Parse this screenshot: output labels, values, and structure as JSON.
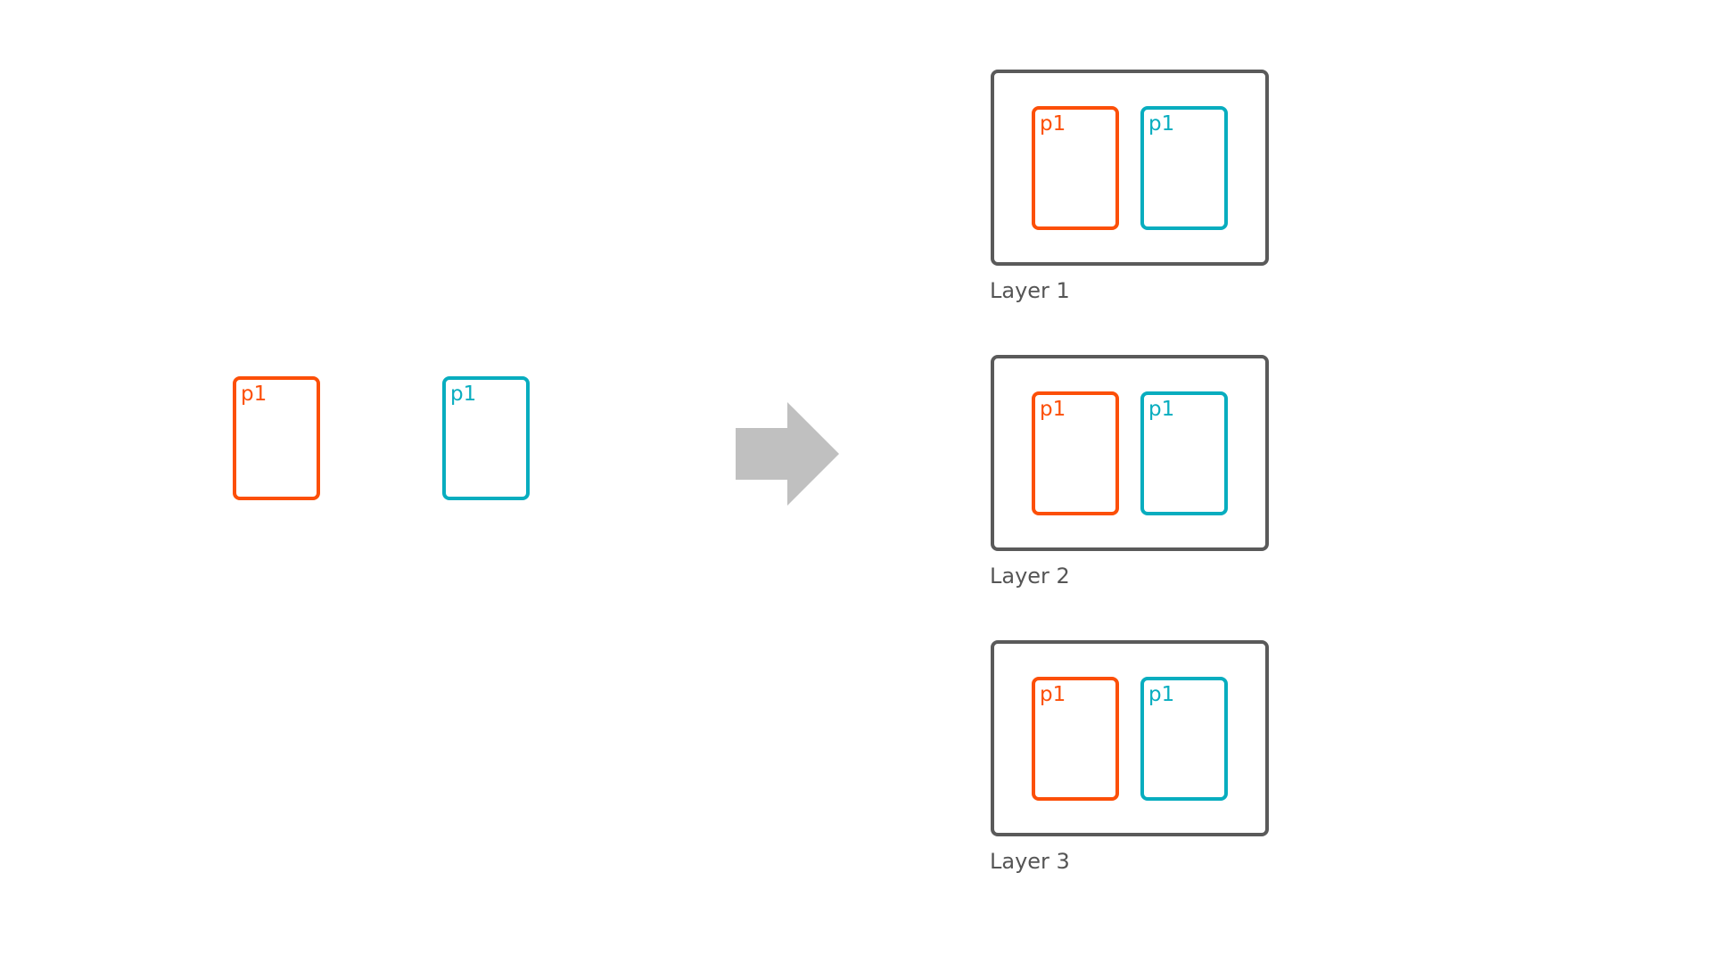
{
  "colors": {
    "orange": "#fc4f08",
    "teal": "#08adbf",
    "frame": "#5a5a5a",
    "arrow": "#c0c0c0",
    "label": "#555555"
  },
  "source": {
    "parts": [
      {
        "label": "p1",
        "color": "orange"
      },
      {
        "label": "p1",
        "color": "teal"
      }
    ]
  },
  "arrow": {
    "icon": "right-arrow-icon"
  },
  "layers": [
    {
      "name": "Layer 1",
      "parts": [
        {
          "label": "p1",
          "color": "orange"
        },
        {
          "label": "p1",
          "color": "teal"
        }
      ]
    },
    {
      "name": "Layer 2",
      "parts": [
        {
          "label": "p1",
          "color": "orange"
        },
        {
          "label": "p1",
          "color": "teal"
        }
      ]
    },
    {
      "name": "Layer 3",
      "parts": [
        {
          "label": "p1",
          "color": "orange"
        },
        {
          "label": "p1",
          "color": "teal"
        }
      ]
    }
  ]
}
